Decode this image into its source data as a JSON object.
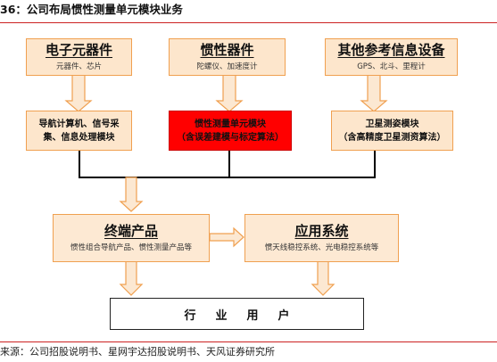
{
  "figure": {
    "title": "36：公司布局惯性测量单元模块业务",
    "source": "来源：公司招股说明书、星网宇达招股说明书、天风证券研究所"
  },
  "top_row": [
    {
      "title": "电子元器件",
      "subtitle": "元器件、芯片"
    },
    {
      "title": "惯性器件",
      "subtitle": "陀螺仪、加速度计"
    },
    {
      "title": "其他参考信息设备",
      "subtitle": "GPS、北斗、里程计"
    }
  ],
  "middle_row": [
    {
      "line1": "导航计算机、信号采",
      "line2": "集、信息处理模块"
    },
    {
      "line1": "惯性测量单元模块",
      "line2": "（含误差建模与标定算法）"
    },
    {
      "line1": "卫星测姿模块",
      "line2": "（含高精度卫星测资算法）"
    }
  ],
  "bottom_row": [
    {
      "title": "终端产品",
      "subtitle": "惯性组合导航产品、惯性测量产品等"
    },
    {
      "title": "应用系统",
      "subtitle": "惯天线稳控系统、光电稳控系统等"
    }
  ],
  "final": {
    "label": "行业用户"
  },
  "colors": {
    "box_fill": "#fde6cc",
    "box_border": "#f0a050",
    "highlight": "#ff0000",
    "arrow_fill": "#fce8d2",
    "arrow_stroke": "#f0a050",
    "connector": "#000000",
    "rule": "#cc2222"
  }
}
